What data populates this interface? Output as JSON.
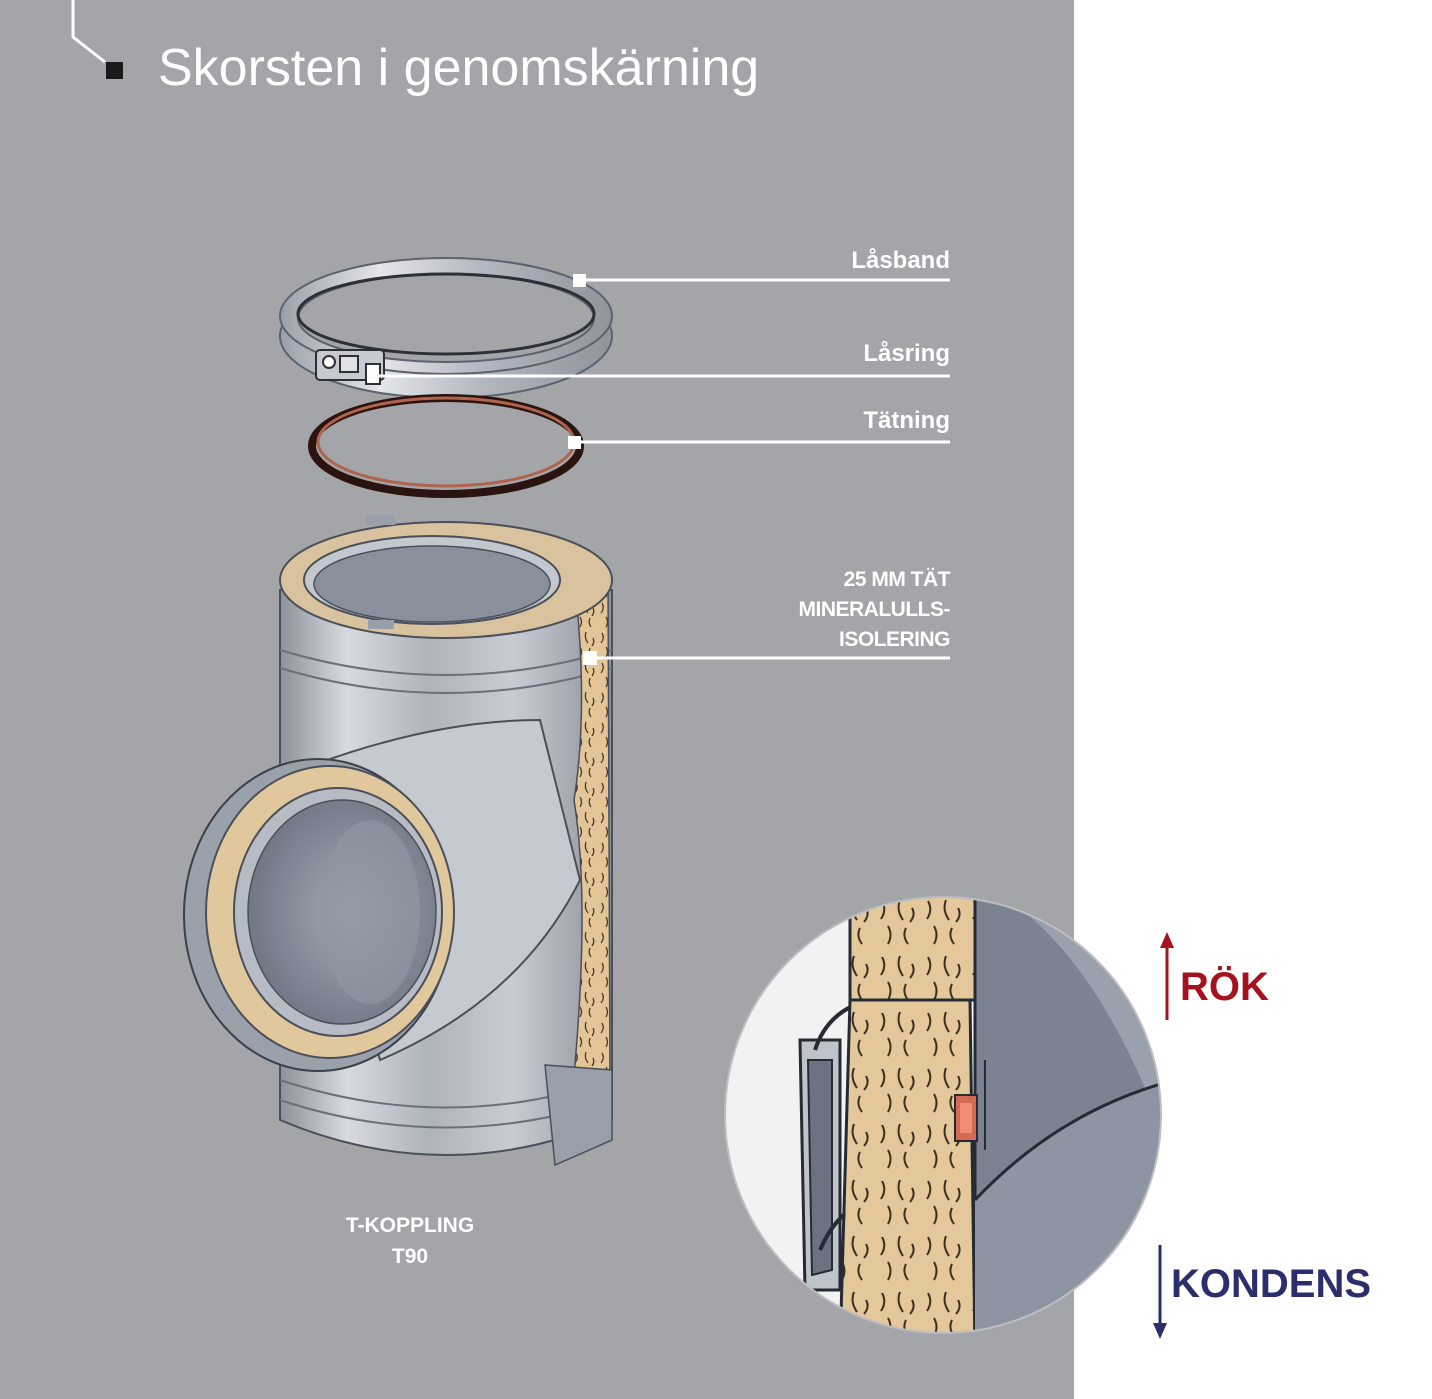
{
  "title": "Skorsten i genomskärning",
  "labels": {
    "lasband": "Låsband",
    "lasring": "Låsring",
    "tatning": "Tätning",
    "insulation_line1": "25 MM  TÄT",
    "insulation_line2": "MINERALULLS-",
    "insulation_line3": "ISOLERING"
  },
  "caption": {
    "line1": "T-KOPPLING",
    "line2": "T90"
  },
  "flow": {
    "up": "RÖK",
    "down": "KONDENS"
  },
  "colors": {
    "panel": "#a4a5a9",
    "steel": "#b9bdc6",
    "insulation": "#e3c597",
    "rok": "#a5111d",
    "kondens": "#2b2e6b",
    "gasket": "#5a2419"
  }
}
